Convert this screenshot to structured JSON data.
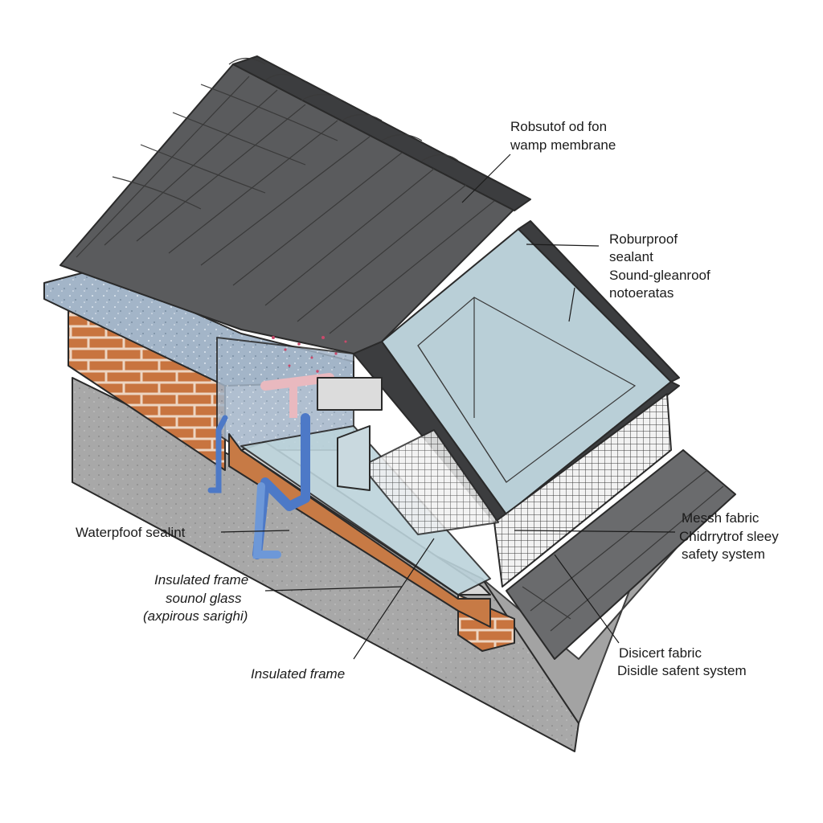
{
  "labels": {
    "membrane_l1": "Robsutof od fon",
    "membrane_l2": "wamp membrane",
    "sealant_top_l1": "Roburproof",
    "sealant_top_l2": "sealant",
    "sealant_top_l3": "Sound-gleanroof",
    "sealant_top_l4": "notoeratas",
    "waterproof_sealant": "Waterpfoof sealint",
    "insulated_glass_l1": "Insulated frame",
    "insulated_glass_l2": "sounol glass",
    "insulated_glass_l3": "(axpirous sarighi)",
    "insulated_frame": "Insulated frame",
    "mesh_l1": "Messh fabric",
    "mesh_l2": "Chidrrytrof sleey",
    "mesh_l3": "safety system",
    "discreet_l1": "Disicert fabric",
    "discreet_l2": "Disidle safent system"
  },
  "colors": {
    "roof": "#5a5b5d",
    "roof_dark": "#3c3d3f",
    "brick": "#c8743f",
    "mortar": "#e9d2bf",
    "stucco": "#9fb2c6",
    "glass": "#b9cfd7",
    "ground": "#a9a9a9",
    "pipe_blue": "#4d79c7",
    "pipe_pink": "#e9b9bf",
    "frame_orange": "#c77a45"
  }
}
